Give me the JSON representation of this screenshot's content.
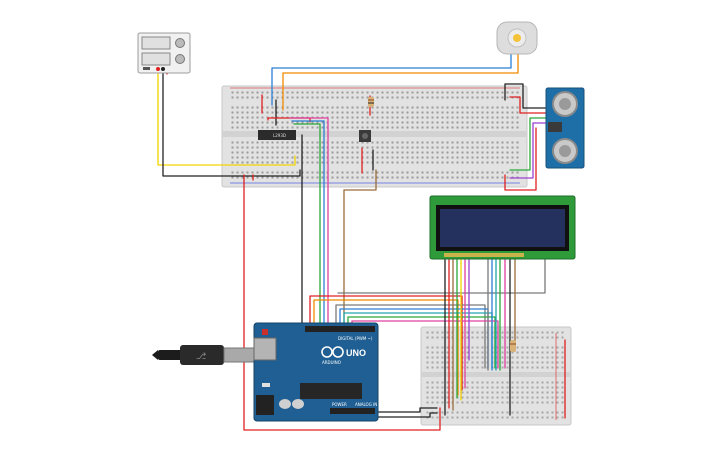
{
  "components": {
    "driver_chip": {
      "label": "L293D"
    },
    "arduino": {
      "brand": "ARDUINO",
      "model": "UNO",
      "digital_label": "DIGITAL (PWM ~)",
      "power_label": "POWER",
      "analog_label": "ANALOG IN"
    }
  },
  "colors": {
    "breadboard": "#e2e2e2",
    "arduino": "#1f5f93",
    "lcd_pcb": "#2f9a3a",
    "lcd_screen": "#24305e",
    "sensor": "#1e6fa8",
    "wire_red": "#e02020",
    "wire_black": "#222222",
    "wire_yellow": "#f2d400",
    "wire_orange": "#f08a00",
    "wire_blue": "#2a7fd4",
    "wire_green": "#2aa83a",
    "wire_purple": "#9b3fd0",
    "wire_pink": "#e040a0",
    "wire_brown": "#9a6b3a",
    "wire_grey": "#7a7a7a",
    "wire_teal": "#20a8b0"
  }
}
